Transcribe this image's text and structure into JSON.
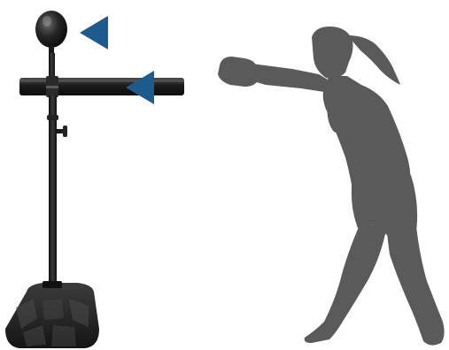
{
  "scene": {
    "equipment": {
      "name": "reflex-bar-punching-bag-stand",
      "parts": [
        "speed-ball",
        "adjustable-bar",
        "pole",
        "height-knob",
        "weighted-base"
      ]
    },
    "pointers": [
      {
        "name": "speed-ball-pointer-arrow",
        "target": "speed-ball",
        "icon": "triangle-left-icon"
      },
      {
        "name": "bar-pointer-arrow",
        "target": "adjustable-bar",
        "icon": "triangle-left-icon"
      }
    ],
    "figure": {
      "name": "boxer-silhouette",
      "pose": "jab-punch-facing-left"
    }
  },
  "colors": {
    "arrow": "#1f5a8c",
    "silhouette": "#5a5a5a",
    "equipment_dark": "#1a1a1a",
    "equipment_mid": "#2e2e2e",
    "background": "#ffffff"
  }
}
